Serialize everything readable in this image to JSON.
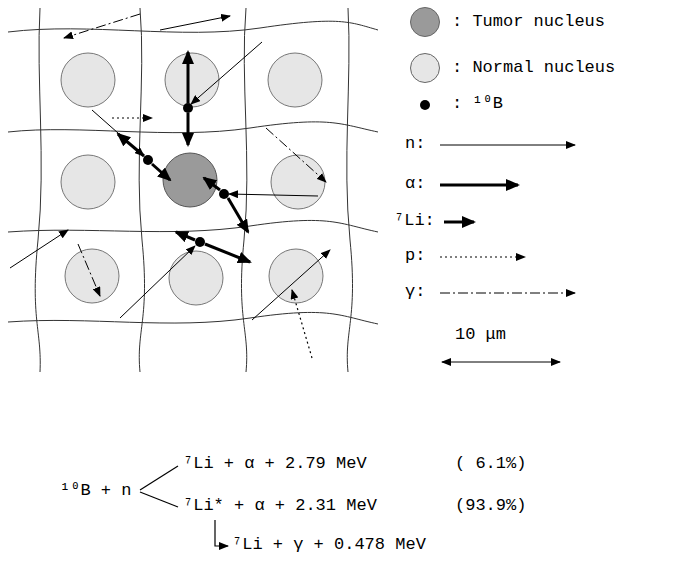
{
  "diagram": {
    "labels": [
      "10 μm",
      "¹⁰B + n",
      "⁷Li + α + 2.79 MeV",
      "( 6.1%)",
      "⁷Li* + α + 2.31 MeV",
      "(93.9%)",
      "⁷Li + γ + 0.478 MeV"
    ],
    "legend": [
      {
        "text": ": Tumor nucleus",
        "color": "#9a9a9a"
      },
      {
        "text": ": Normal nucleus",
        "color": "#e6e6e6"
      },
      {
        "text": ": ¹⁰B"
      },
      {
        "text": "n:"
      },
      {
        "text": "α:"
      },
      {
        "text": "⁷Li:"
      },
      {
        "text": "p:"
      },
      {
        "text": "γ:"
      }
    ]
  }
}
